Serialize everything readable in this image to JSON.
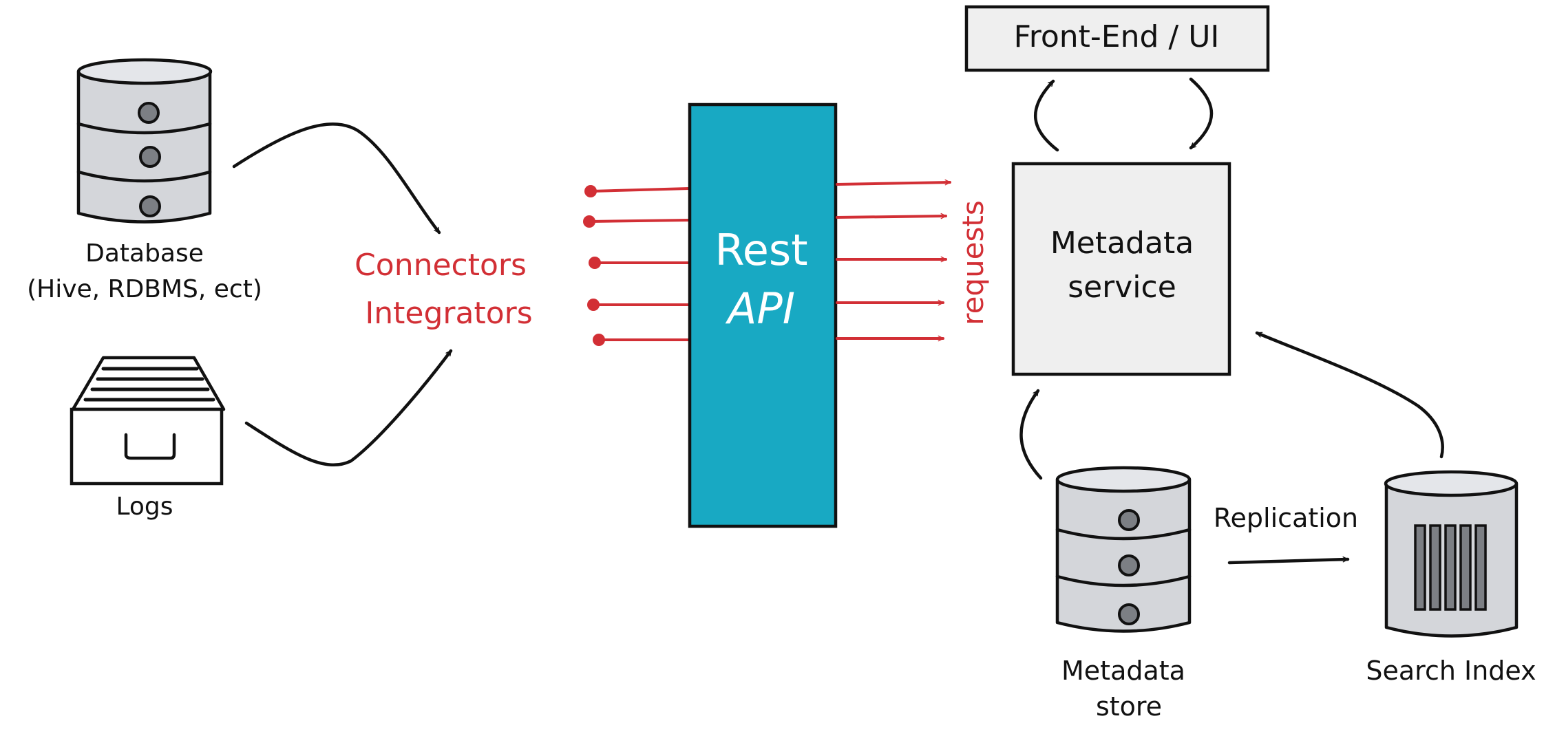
{
  "nodes": {
    "database": {
      "label": "Database",
      "sublabel": "(Hive, RDBMS, ect)"
    },
    "logs": {
      "label": "Logs"
    },
    "connectors": {
      "line1": "Connectors",
      "line2": "Integrators"
    },
    "rest_api": {
      "line1": "Rest",
      "line2": "API"
    },
    "requests": {
      "label": "requests"
    },
    "frontend": {
      "label": "Front-End / UI"
    },
    "metadata_service": {
      "line1": "Metadata",
      "line2": "service"
    },
    "metadata_store": {
      "line1": "Metadata",
      "line2": "store"
    },
    "replication": {
      "label": "Replication"
    },
    "search_index": {
      "label": "Search Index"
    }
  },
  "colors": {
    "api_fill": "#18a9c3",
    "accent_red": "#d22f35",
    "cylinder_fill": "#d4d6da",
    "box_fill": "#efefef",
    "ink": "#111111",
    "dot_fill": "#7c7f84"
  }
}
